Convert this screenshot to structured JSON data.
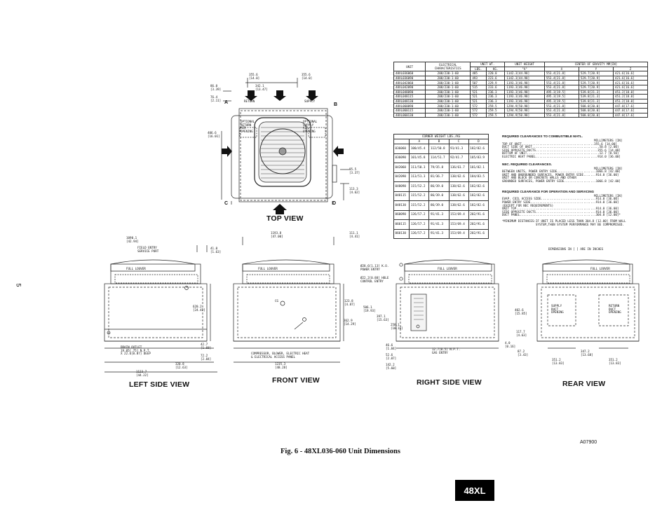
{
  "page_number": "5",
  "drawing_code": "A07900",
  "figure_caption": "Fig. 6 - 48XL036-060 Unit Dimensions",
  "badge": "48XL",
  "dims_note": "DIMENSIONS IN [ ] ARE IN INCHES",
  "view_labels": {
    "top": "TOP VIEW",
    "left": "LEFT SIDE VIEW",
    "front": "FRONT VIEW",
    "right": "RIGHT SIDE VIEW",
    "rear": "REAR VIEW"
  },
  "unit_table": {
    "h_unit": "UNIT",
    "h_elec": "ELECTRICAL\nCHARACTERISTICS",
    "h_wt": "UNIT WT.",
    "h_height": "UNIT HEIGHT",
    "h_cog": "CENTER OF GRAVITY MM[IN]",
    "sub_lbs": "LBS.",
    "sub_kg": "KG.",
    "sub_a": "\"A\"",
    "sub_x": "X",
    "sub_y": "Y",
    "sub_z": "Z",
    "rows": [
      [
        "48XL036060",
        "208/230-1-60",
        "485",
        "220.0",
        "1142.3[44.98]",
        "553.4[21.8]",
        "529.7[20.9]",
        "421.6[16.6]"
      ],
      [
        "48XL036090",
        "208/230-1-60",
        "493",
        "223.6",
        "1142.3[44.98]",
        "553.4[21.8]",
        "529.7[20.9]",
        "421.6[16.6]"
      ],
      [
        "48XL042060",
        "208/230-1-60",
        "507",
        "229.9",
        "1193.3[46.98]",
        "553.4[21.8]",
        "529.7[20.9]",
        "421.6[16.6]"
      ],
      [
        "48XL042090",
        "208/230-1-60",
        "515",
        "233.6",
        "1193.3[46.98]",
        "553.4[21.8]",
        "529.7[20.9]",
        "421.6[16.6]"
      ],
      [
        "48XL048090",
        "208/230-1-60",
        "521",
        "236.3",
        "1193.3[46.98]",
        "495.3[19.5]",
        "539.8[21.3]",
        "451.2[18.0]"
      ],
      [
        "48XL048115",
        "208/230-1-60",
        "521",
        "236.3",
        "1193.3[46.98]",
        "495.3[19.5]",
        "539.8[21.3]",
        "451.2[18.0]"
      ],
      [
        "48XL048130",
        "208/230-1-60",
        "521",
        "236.3",
        "1193.3[46.98]",
        "495.3[19.5]",
        "539.8[21.3]",
        "451.2[18.0]"
      ],
      [
        "48XL060090",
        "208/230-1-60",
        "572",
        "259.5",
        "1294.9[50.98]",
        "553.4[21.8]",
        "508.0[20.0]",
        "447.0[17.6]"
      ],
      [
        "48XL060115",
        "208/230-1-60",
        "572",
        "259.5",
        "1294.9[50.98]",
        "553.4[21.8]",
        "508.0[20.0]",
        "447.0[17.6]"
      ],
      [
        "48XL060130",
        "208/230-1-60",
        "572",
        "259.5",
        "1294.9[50.98]",
        "553.4[21.8]",
        "508.0[20.0]",
        "447.0[17.6]"
      ]
    ]
  },
  "corner_table": {
    "title": "CORNER WEIGHT LBS./KG",
    "cols": [
      "A",
      "B",
      "C",
      "D"
    ],
    "rows": [
      [
        "036060",
        "100/45.4",
        "112/50.8",
        "91/41.3",
        "182/82.6"
      ],
      [
        "036090",
        "101/45.8",
        "114/51.7",
        "92/41.7",
        "185/83.9"
      ],
      [
        "042060",
        "111/50.3",
        "79/35.8",
        "136/61.7",
        "181/82.1"
      ],
      [
        "042090",
        "113/51.3",
        "81/36.7",
        "138/62.6",
        "184/83.5"
      ],
      [
        "048090",
        "115/52.2",
        "86/39.0",
        "138/62.6",
        "182/82.6"
      ],
      [
        "048115",
        "115/52.2",
        "86/39.0",
        "138/62.6",
        "182/82.6"
      ],
      [
        "048130",
        "115/52.2",
        "86/39.0",
        "138/62.6",
        "182/82.6"
      ],
      [
        "060090",
        "126/57.2",
        "91/41.3",
        "153/69.4",
        "202/91.6"
      ],
      [
        "060115",
        "126/57.2",
        "91/41.3",
        "153/69.4",
        "202/91.6"
      ],
      [
        "060130",
        "126/57.2",
        "91/41.3",
        "153/69.4",
        "202/91.6"
      ]
    ]
  },
  "clearances": {
    "h1": "REQUIRED CLEARANCES TO COMBUSTIBLE MATL.",
    "b1": "                                                    MILLIMETERS [IN]\nTOP OF UNIT.........................................355.6 [14.00]\nDUCT SIDE OF UNIT......................................50.8 [2.00]\nSIDE OPPOSITE DUCTS...................................355.6 [14.00]\nBOTTOM OF UNIT.........................................12.7 [0.50]\nELECTRIC HEAT PANEL...................................914.0 [36.00]",
    "h2": "NEC. REQUIRED CLEARANCES.",
    "b2": "                                                    MILLIMETERS [IN]\nBETWEEN UNITS, POWER ENTRY SIDE......................1066.8 [42.00]\nUNIT AND UNGROUNDED SURFACES, POWER ENTRY SIDE.......914.0 [36.00]\nUNIT AND BLOCK OR CONCRETE WALLS AND OTHER\nGROUNDED SURFACES, POWER ENTRY SIDE..................1066.8 [42.00]",
    "h3": "REQUIRED CLEARANCE FOR OPERATION AND SERVICING",
    "b3": "                                                    MILLIMETERS [IN]\nEVAP. COIL ACCESS SIDE...............................914.0 [36.00]\nPOWER ENTRY SIDE.....................................914.0 [36.00]\n(EXCEPT FOR NEC REQUIREMENTS)\nUNIT TOP.............................................914.0 [36.00]\nSIDE OPPOSITE DUCTS..................................914.0 [36.00]\nDUCT PANEL...........................................304.8 [12.00]*",
    "note": "*MINIMUM DISTANCES:IF UNIT IS PLACED LESS THAN 304.8 [12.00] FROM WALL\n                   SYSTEM,THEN SYSTEM PERFORMANCE MAY BE COMPROMISED."
  },
  "top_view": {
    "d1": "355.6\n[14.0]",
    "d2": "355.6\n[14.0]",
    "d3": "86.0\n[3.39]",
    "d4": "342.1\n[13.47]",
    "d5": "76.4\n[2.11]",
    "d6": "406.6\n[16.01]",
    "d7": "85.5\n[3.37]",
    "d8": "113.3\n[4.62]",
    "return": "RETURN",
    "supply": "SUPPLY",
    "opt_return": "OPTIONAL\nRETURN\nAIR\nOPENING",
    "opt_supply": "OPTIONAL\nSUPPLY\nAIR\nOPENING",
    "cA": "A",
    "cB": "B",
    "cC": "C",
    "cD": "D"
  },
  "left_view": {
    "d1": "1090.1\n[42.94]",
    "d2": "41.0\n[1.63]",
    "service": "FIELD ENTRY\nSERVICE PORT",
    "louver": "FULL LOUVER",
    "d3": "620.2\n[24.42]",
    "drain": "DRAIN OUTLET\n19.05[.75] N.P.T.\nX 22.6[0.87] DEEP",
    "d4": "42.7\n[1.68]",
    "d5": "72.2\n[2.84]",
    "d6": "320.8\n[12.63]",
    "d7": "1123.7\n[44.22]"
  },
  "front_view": {
    "d1": "1193.8\n[47.00]",
    "d2": "111.1\n[4.41]",
    "louver": "FULL LOUVER",
    "cg": "CG",
    "d3": "123.8\n[4.87]",
    "d4": "362.9\n[14.29]",
    "access": "COMPRESSOR, BLOWER, ELECTRIC HEAT\n& ELECTRICAL ACCESS PANEL",
    "d5": "1235.3\n[48.28]"
  },
  "right_view": {
    "power": "Ø28.6[1.13] K.O.\nPOWER ENTRY",
    "control": "Ø22.2[0.88] HOLE\nCONTROL ENTRY",
    "louver": "FULL LOUVER",
    "d1": "506.1\n[19.93]",
    "d2": "397.1\n[15.63]",
    "d3": "258.1\n[10.16]",
    "d4": "46.6\n[1.84]",
    "d5": "52.6\n[2.07]",
    "d6": "142.2\n[5.60]",
    "gas": "12.7[0.5] N.P.T.\nGAS ENTRY"
  },
  "rear_view": {
    "louver": "FULL LOUVER",
    "supply": "SUPPLY\nDUCT\nOPENING",
    "return": "RETURN\nDUCT\nOPENING",
    "d1": "402.6\n[15.85]",
    "d2": "117.7\n[4.63]",
    "d3": "4.0\n[0.16]",
    "d4": "87.2\n[3.43]",
    "d5": "351.2\n[13.83]",
    "d6": "347.2\n[13.68]",
    "d7": "351.2\n[13.83]"
  }
}
